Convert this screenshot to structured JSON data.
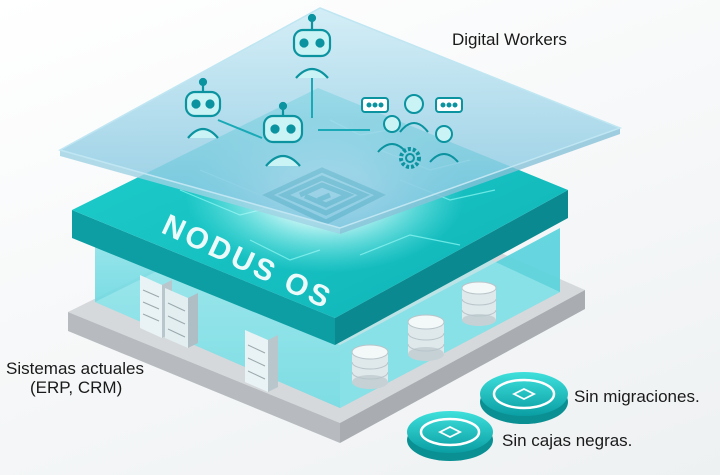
{
  "labels": {
    "digital_workers": "Digital Workers",
    "platform": "NODUS OS",
    "systems_line1": "Sistemas actuales",
    "systems_line2": "(ERP, CRM)",
    "no_migrations": "Sin migraciones.",
    "no_black_boxes": "Sin cajas negras."
  },
  "icons": [
    "robot-icon",
    "robot-icon",
    "robot-icon",
    "people-chat-icon",
    "gear-icon",
    "server-rack-icon",
    "database-icon",
    "nodus-logo-icon",
    "badge-icon"
  ],
  "colors": {
    "accent": "#12c8c8",
    "dark_teal": "#0a8f93",
    "glass_blue": "#8ecfe6",
    "base_gray": "#c9cccf",
    "text": "#1a1a1a"
  }
}
